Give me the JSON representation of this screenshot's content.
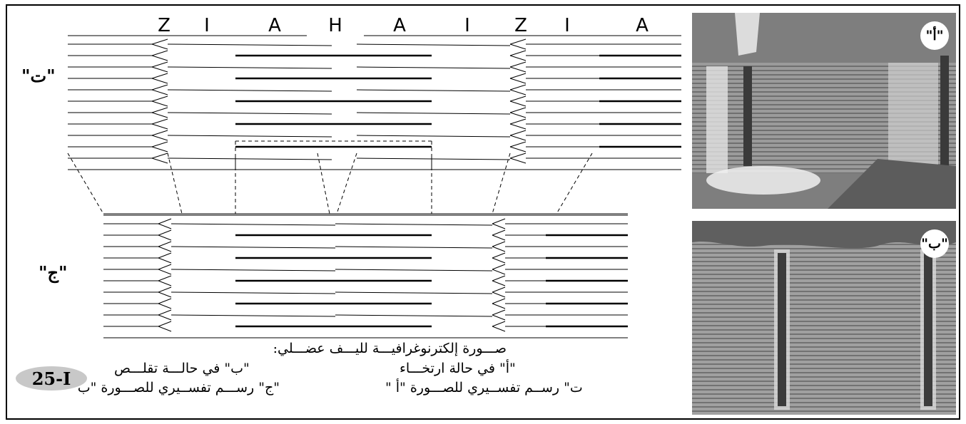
{
  "band_letters": [
    "Z",
    "I",
    "A",
    "H",
    "A",
    "I",
    "Z",
    "I",
    "A"
  ],
  "labels": {
    "diagram_t": "\"ت\"",
    "diagram_j": "\"ج\"",
    "photo_a": "\"أ\"",
    "photo_b": "\"ب\""
  },
  "caption": {
    "title": "صـــورة إلكترنوغرافيـــة لليـــف عضـــلي:",
    "a": "\"أ\" في حالة  ارتخـــاء",
    "b": "\"ب\" في حالـــة تقلـــص",
    "t": "ت\" رســم تفســيري للصـــورة \"أ \"",
    "j": "\"ج\" رســـم تفســيري للصـــورة \"ب\""
  },
  "figure_number": "25-I",
  "colors": {
    "stroke": "#000000",
    "badge": "#c8c8c8"
  }
}
